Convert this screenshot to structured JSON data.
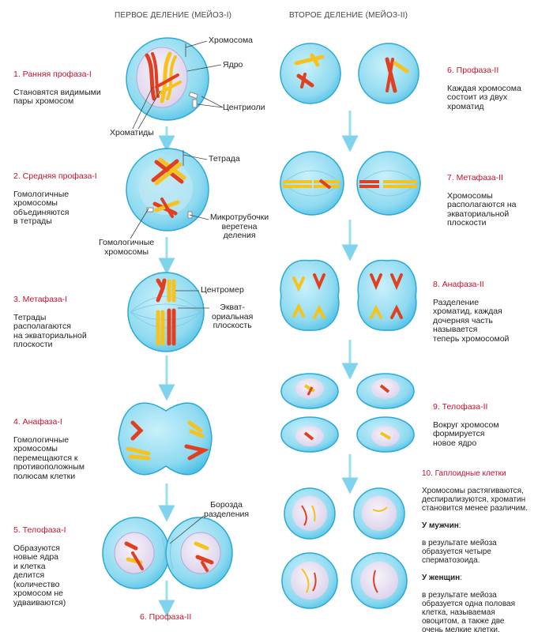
{
  "headers": {
    "first": "ПЕРВОЕ ДЕЛЕНИЕ (МЕЙОЗ-I)",
    "second": "ВТОРОЕ ДЕЛЕНИЕ (МЕЙОЗ-II)"
  },
  "stages": {
    "s1": {
      "title": "1. Ранняя профаза-I",
      "desc": "Становятся видимыми\nпары хромосом"
    },
    "s2": {
      "title": "2. Средняя профаза-I",
      "desc": "Гомологичные\nхромосомы\nобъединяются\nв тетрады"
    },
    "s3": {
      "title": "3. Метафаза-I",
      "desc": "Тетрады\nрасполагаются\nна экваториальной\nплоскости"
    },
    "s4": {
      "title": "4. Анафаза-I",
      "desc": "Гомологичные\nхромосомы\nперемещаются к\nпротивоположным\nполюсам клетки"
    },
    "s5": {
      "title": "5. Телофаза-I",
      "desc": "Образуются\nновые ядра\nи клетка\nделится\n(количество\nхромосом не\nудваиваются)"
    },
    "s6_bottom": {
      "title": "6. Профаза-II"
    },
    "s6": {
      "title": "6. Профаза-II",
      "desc": "Каждая хромосома\nсостоит из двух\nхроматид"
    },
    "s7": {
      "title": "7. Метафаза-II",
      "desc": "Хромосомы\nрасполагаются на\nэкваториальной\nплоскости"
    },
    "s8": {
      "title": "8. Анафаза-II",
      "desc": "Разделение\nхроматид, каждая\nдочерняя часть\nназывается\nтеперь хромосомой"
    },
    "s9": {
      "title": "9. Телофаза-II",
      "desc": "Вокруг хромосом\nформируется\nновое ядро"
    },
    "s10": {
      "title": "10. Гаплоидные клетки",
      "desc": "Хромосомы растягиваются,\nдеспирализуются, хроматин\nстановится менее различим.",
      "men_label": "У мужчин",
      "men_text": "в результате мейоза\nобразуется четыре\nсперматозоида.",
      "women_label": "У женщин",
      "women_text": "в результате мейоза\nобразуется одна половая\nклетка, называемая\nовоцитом, а также две\nочень мелкие клетки,\nназываемые полярными\nтельцами"
    }
  },
  "labels": {
    "chromosome": "Хромосома",
    "nucleus": "Ядро",
    "centrioles": "Центриоли",
    "chromatids": "Хроматиды",
    "tetrad": "Тетрада",
    "microtubules": "Микротрубочки\nверетена\nделения",
    "homologous": "Гомологичные\nхромосомы",
    "centromere": "Центромер",
    "equatorial": "Экват-\nориальная\nплоскость",
    "furrow": "Борозда\nразделения"
  },
  "colors": {
    "cell_fill": "#7fd3ec",
    "cell_stroke": "#2aa9d6",
    "nucleus_fill": "#e9e2f2",
    "chrom_red": "#e04020",
    "chrom_yellow": "#f6c21c",
    "arrow": "#7fd3ec",
    "stage_red": "#c8102e"
  }
}
